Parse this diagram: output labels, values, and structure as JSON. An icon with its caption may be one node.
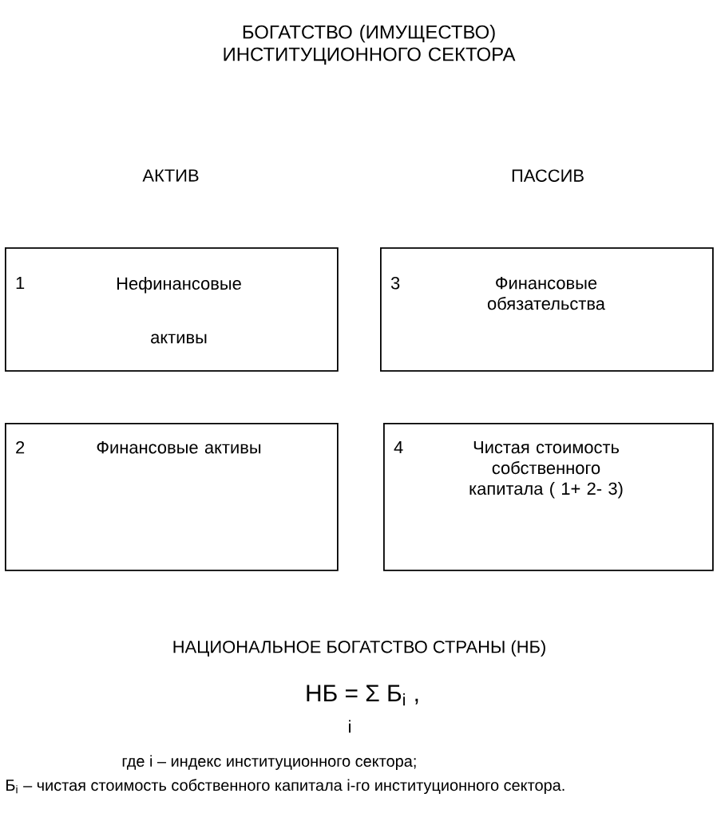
{
  "diagram": {
    "title": "БОГАТСТВО (ИМУЩЕСТВО) ИНСТИТУЦИОННОГО СЕКТОРА",
    "nodes": [
      {
        "text": [
          "1",
          "Нефинансовые активы"
        ]
      },
      {
        "text": [
          "3",
          "Финансовые обязательства"
        ]
      },
      {
        "text": [
          "2",
          "Финансовые активы"
        ]
      },
      {
        "text": [
          "4",
          "Чистая стоимость собственного капитала ( 1+ 2- 3)"
        ]
      }
    ],
    "edges": [],
    "labels": [
      "АКТИВ",
      "ПАССИВ",
      "НАЦИОНАЛЬНОЕ БОГАТСТВО СТРАНЫ (НБ)",
      "НБ = Σ Б$_{i}$ ,",
      "i",
      "где i – индекс институционного сектора;",
      "Б$_{i}$ – чистая стоимость собственного капитала i-го институционного сектора."
    ]
  }
}
